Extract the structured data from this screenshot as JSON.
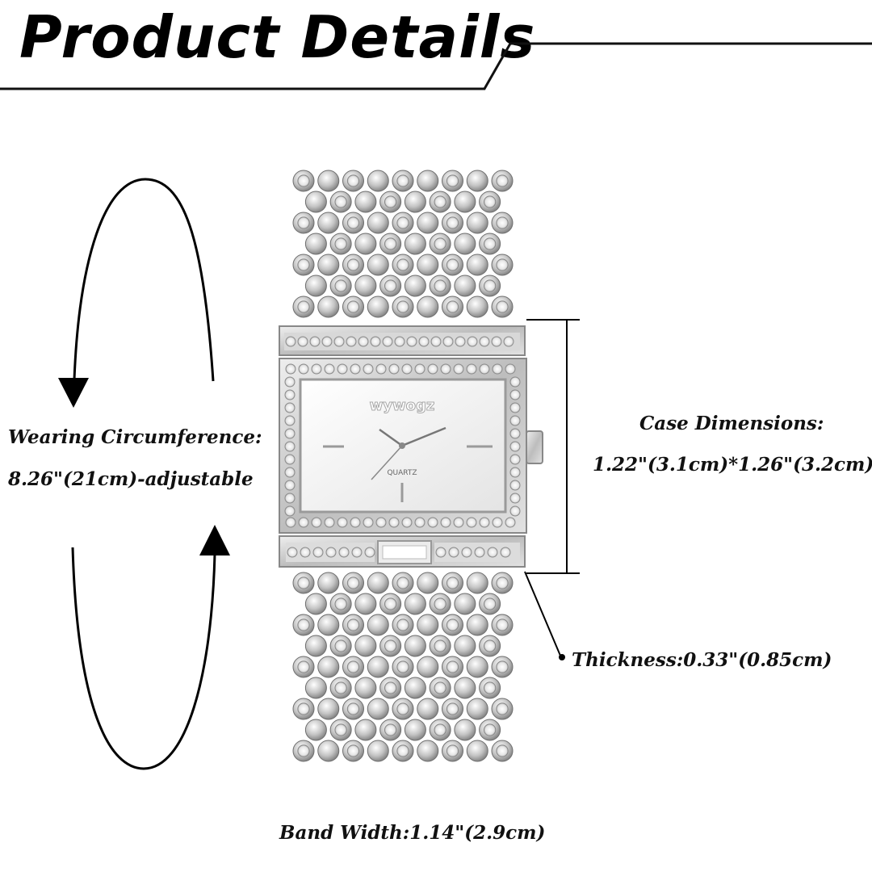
{
  "header": {
    "title": "Product Details"
  },
  "specs": {
    "wearing_label": "Wearing Circumference:",
    "wearing_value": "8.26\"(21cm)-adjustable",
    "case_label": "Case Dimensions:",
    "case_value": "1.22\"(3.1cm)*1.26\"(3.2cm)",
    "thickness": "Thickness:0.33\"(0.85cm)",
    "band_width": "Band Width:1.14\"(2.9cm)"
  },
  "watch": {
    "brand": "wywogz",
    "movement": "QUARTZ"
  },
  "colors": {
    "metal": "#c8c8c8",
    "metal_dark": "#8a8a8a",
    "dial": "#f2f2f2",
    "ink": "#000000"
  }
}
